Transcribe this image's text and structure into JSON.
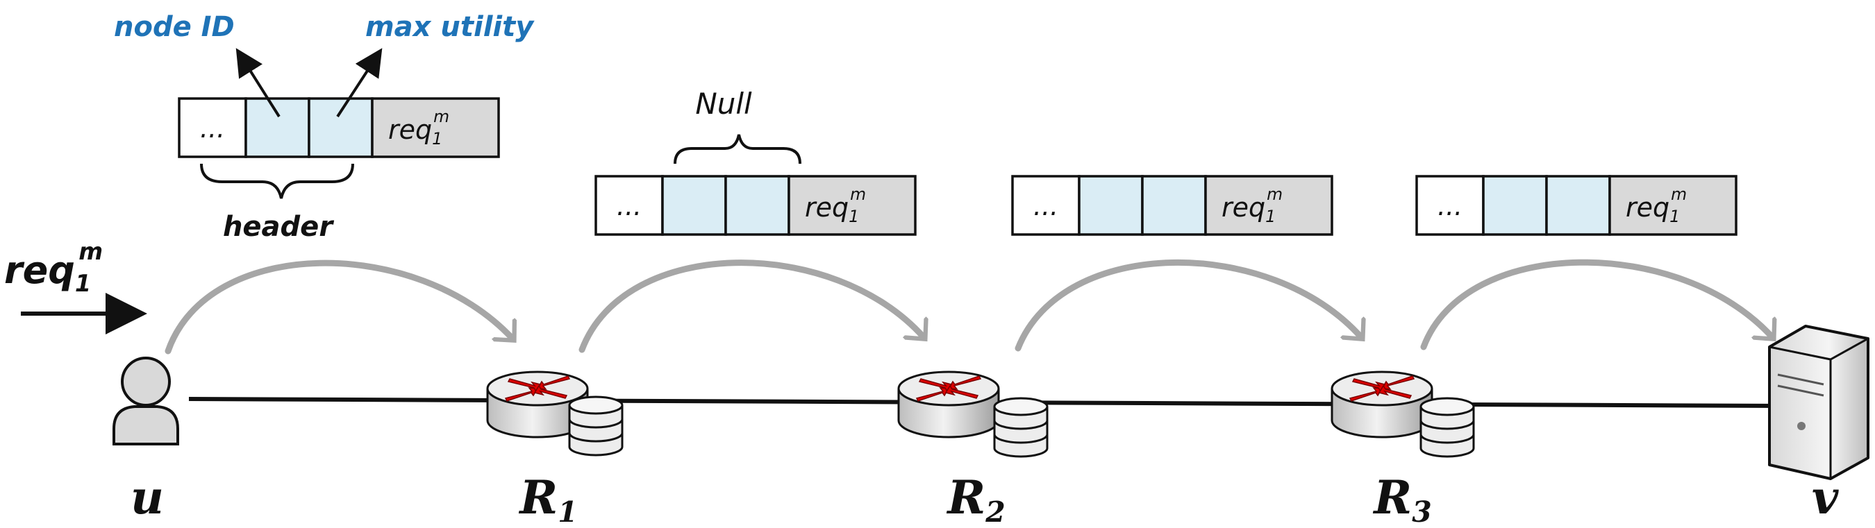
{
  "labels": {
    "node_id": "node ID",
    "max_utility": "max utility",
    "header": "header",
    "null": "Null",
    "incoming_req": {
      "base": "req",
      "sub": "1",
      "sup": "m"
    }
  },
  "packet": {
    "ellipsis": "...",
    "req": {
      "base": "req",
      "sub": "1",
      "sup": "m"
    }
  },
  "packets": [
    {
      "id": "at-user"
    },
    {
      "id": "at-r1"
    },
    {
      "id": "at-r2"
    },
    {
      "id": "at-r3"
    }
  ],
  "nodes": [
    {
      "id": "u",
      "base": "u",
      "sub": ""
    },
    {
      "id": "r1",
      "base": "R",
      "sub": "1"
    },
    {
      "id": "r2",
      "base": "R",
      "sub": "2"
    },
    {
      "id": "r3",
      "base": "R",
      "sub": "3"
    },
    {
      "id": "v",
      "base": "v",
      "sub": ""
    }
  ],
  "colors": {
    "cell_fill": "#daedf5",
    "req_fill": "#d9d9d9",
    "hop_arrow": "#a6a6a6",
    "router_arrow": "#e00000",
    "label_blue": "#1f73b7"
  },
  "icons": {
    "user": "user-icon",
    "router": "router-icon",
    "cache": "cache-database-icon",
    "server": "server-icon"
  }
}
